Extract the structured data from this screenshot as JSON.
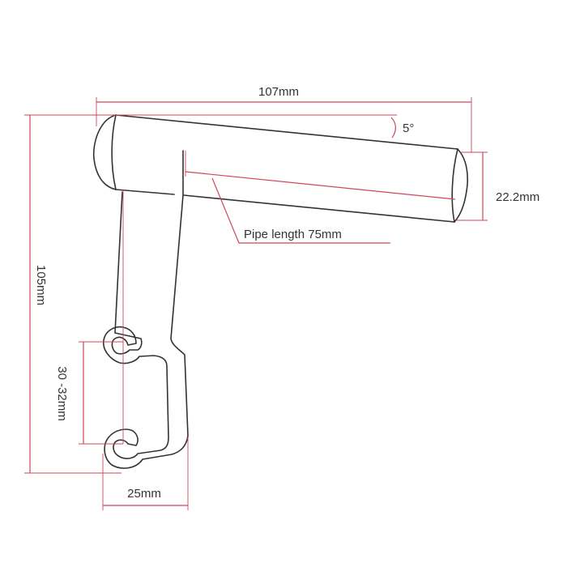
{
  "colors": {
    "outline": "#333333",
    "dimension": "#d0465a",
    "label": "#333333",
    "background": "#ffffff"
  },
  "dimensions": {
    "overall_width": "107mm",
    "angle": "5°",
    "tube_diameter": "22.2mm",
    "pipe_length": "Pipe length 75mm",
    "overall_height": "105mm",
    "clamp_range": "30 -32mm",
    "clamp_width": "25mm"
  }
}
